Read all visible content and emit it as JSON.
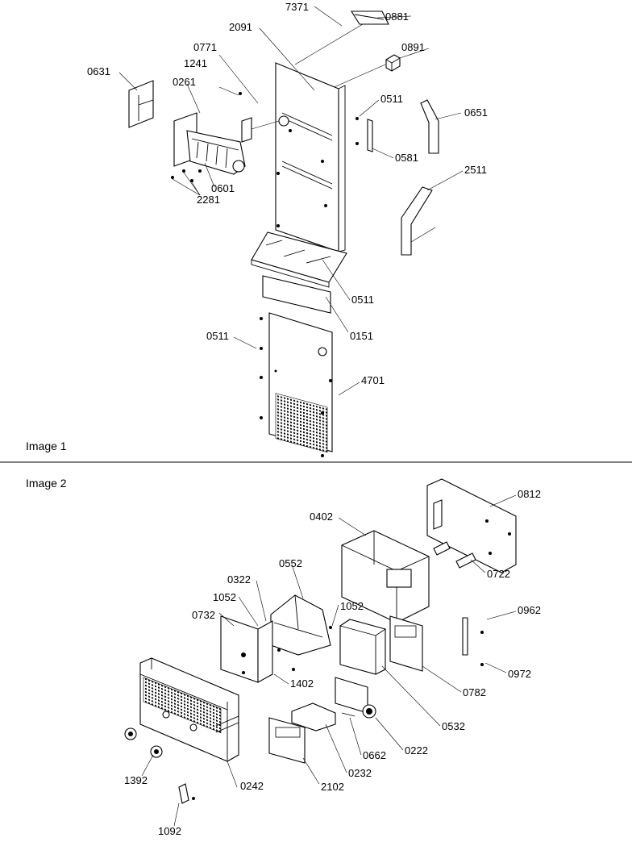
{
  "sections": [
    {
      "caption": "Image 1",
      "callouts": [
        "7371",
        "0881",
        "2091",
        "0891",
        "0771",
        "0631",
        "1241",
        "0261",
        "0511",
        "0651",
        "0581",
        "0601",
        "2281",
        "2511",
        "0511",
        "0151",
        "0511",
        "4701"
      ]
    },
    {
      "caption": "Image 2",
      "callouts": [
        "0812",
        "0402",
        "0722",
        "0552",
        "0322",
        "1052",
        "1052",
        "0732",
        "0962",
        "0972",
        "1402",
        "0782",
        "0532",
        "0222",
        "0662",
        "0232",
        "2102",
        "1392",
        "0242",
        "1092"
      ]
    }
  ]
}
